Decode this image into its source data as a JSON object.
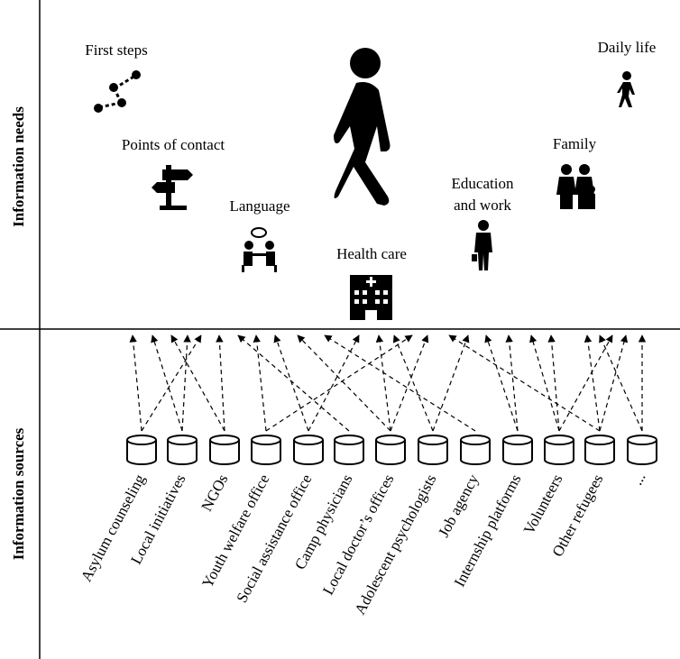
{
  "axes": {
    "needs_label": "Information needs",
    "sources_label": "Information sources"
  },
  "needs": [
    {
      "label": "First steps",
      "icon": "path-nodes-icon"
    },
    {
      "label": "Points of contact",
      "icon": "signpost-icon"
    },
    {
      "label": "Language",
      "icon": "conversation-icon"
    },
    {
      "label": "Health care",
      "icon": "hospital-icon"
    },
    {
      "label": "Education",
      "label2": "and work",
      "icon": "businessman-icon"
    },
    {
      "label": "Family",
      "icon": "family-icon"
    },
    {
      "label": "Daily life",
      "icon": "walking-person-icon"
    }
  ],
  "sources": [
    "Asylum counseling",
    "Local initiatives",
    "NGOs",
    "Youth welfare office",
    "Social assistance office",
    "Camp physicians",
    "Local doctor’s offices",
    "Adolescent psychologists",
    "Job agency",
    "Internship platforms",
    "Volunteers",
    "Other refugees",
    "..."
  ],
  "colors": {
    "ink": "#000000",
    "background": "#ffffff"
  }
}
